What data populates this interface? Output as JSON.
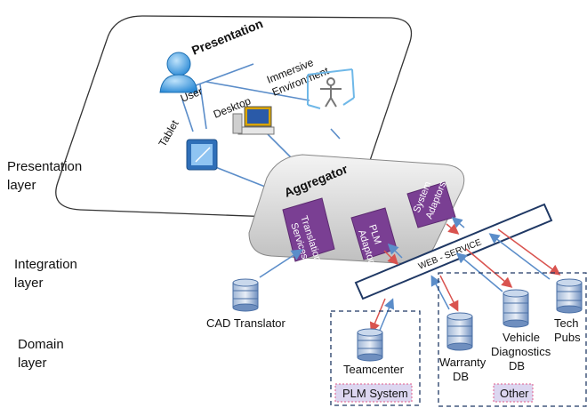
{
  "layers": {
    "presentation": "Presentation layer",
    "integration": "Integration layer",
    "domain": "Domain layer"
  },
  "presentation_plate": {
    "title": "Presentation",
    "user": "User",
    "desktop": "Desktop",
    "tablet": "Tablet",
    "immersive_line1": "Immersive",
    "immersive_line2": "Environment"
  },
  "aggregator": {
    "title": "Aggregator",
    "translation_line1": "Translation",
    "translation_line2": "Services",
    "plm_line1": "PLM",
    "plm_line2": "Adaptor",
    "system_line1": "System",
    "system_line2": "Adaptors"
  },
  "web_service": "WEB - SERVICE",
  "cad_translator": "CAD Translator",
  "domain": {
    "teamcenter": "Teamcenter",
    "plm_system": "PLM System",
    "warranty_line1": "Warranty",
    "warranty_line2": "DB",
    "vehicle_line1": "Vehicle",
    "vehicle_line2": "Diagnostics",
    "vehicle_line3": "DB",
    "tech_line1": "Tech",
    "tech_line2": "Pubs",
    "other": "Other"
  },
  "colors": {
    "adaptor_purple": "#7a3f93",
    "arrow_red": "#d9534f",
    "arrow_blue": "#5b8dc9",
    "web_service_border": "#1f3864",
    "db_blue": "#4a6fa5"
  }
}
